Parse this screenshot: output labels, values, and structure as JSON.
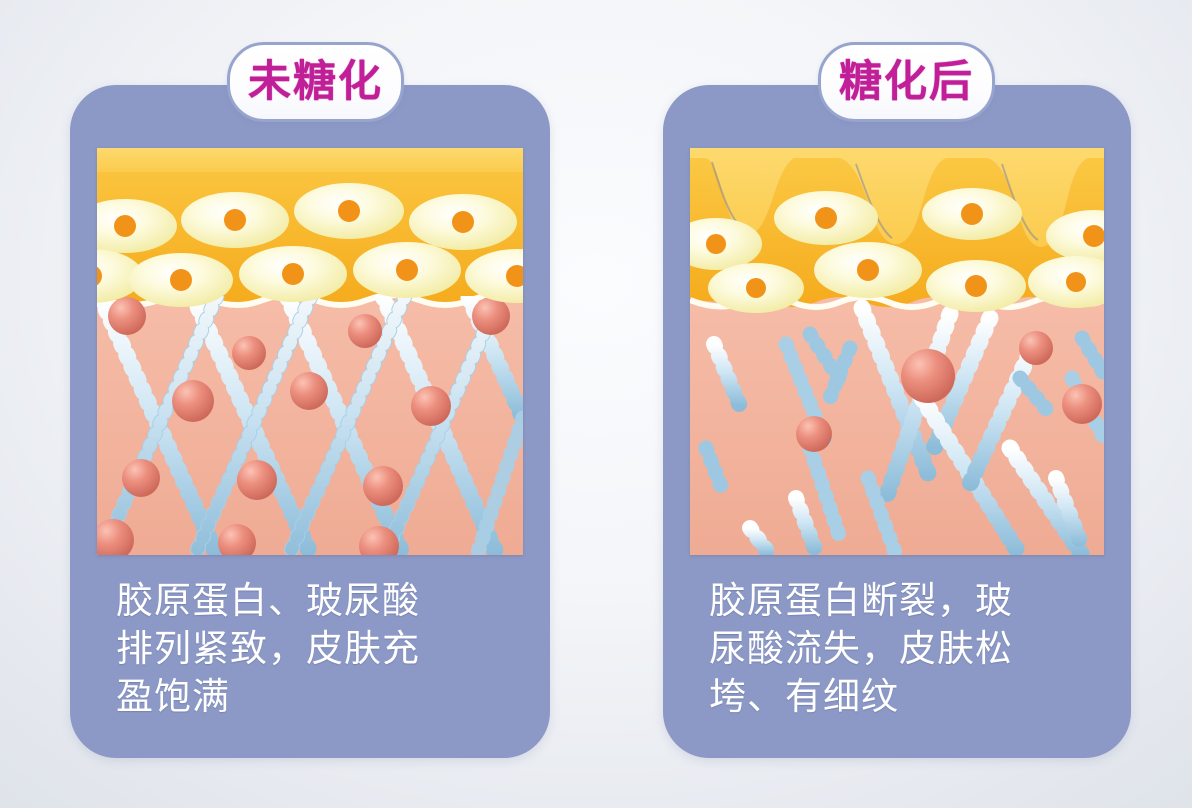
{
  "page": {
    "background_top": "#fbfcfe",
    "background_bottom": "#dfe3ea",
    "title_color": "#c11f98",
    "card_color": "#8c99c7",
    "epidermis_color": "#f6b229",
    "stratum_color": "#fcd15e",
    "dermis_color": "#f3b49d",
    "collagen_color": "#bcdcef",
    "hyaluronic_color": "#e8877a",
    "cell_color": "#f7f2b4",
    "nucleus_color": "#f29319"
  },
  "panels": [
    {
      "id": "non-glycated",
      "badge": "未糖化",
      "caption": "胶原蛋白、玻尿酸排列紧致，皮肤充盈饱满",
      "caption_lines": [
        "胶原蛋白、玻尿酸",
        "排列紧致，皮肤充",
        "盈饱满"
      ],
      "skin_surface": "smooth",
      "collagen_state": "intact-crosslinked-network",
      "hyaluronic_count": 11,
      "layers": [
        "stratum corneum",
        "epidermis",
        "dermis"
      ]
    },
    {
      "id": "glycated",
      "badge": "糖化后",
      "caption": "胶原蛋白断裂，玻尿酸流失，皮肤松垮、有细纹",
      "caption_lines": [
        "胶原蛋白断裂，玻",
        "尿酸流失，皮肤松",
        "垮、有细纹"
      ],
      "skin_surface": "wrinkled",
      "collagen_state": "fragmented-broken-fibers",
      "hyaluronic_count": 4,
      "layers": [
        "stratum corneum",
        "epidermis",
        "dermis"
      ]
    }
  ]
}
